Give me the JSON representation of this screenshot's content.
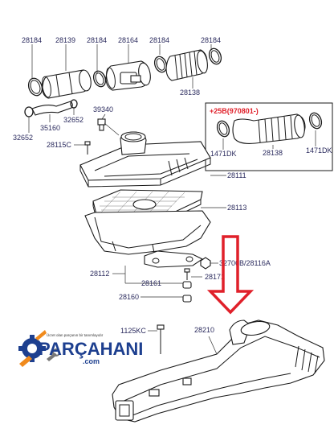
{
  "callouts": {
    "c28184_a": "28184",
    "c28139": "28139",
    "c28184_b": "28184",
    "c28164": "28164",
    "c28184_c": "28184",
    "c28184_d": "28184",
    "c28138_a": "28138",
    "c39340": "39340",
    "c32652_a": "32652",
    "c35160": "35160",
    "c32652_b": "32652",
    "c28115C": "28115C",
    "c28111": "28111",
    "c28113": "28113",
    "c28112": "28112",
    "c28161": "28161",
    "c28160": "28160",
    "c28171": "28171",
    "c32706": "32706B/28116A",
    "c1125KC": "1125KC",
    "c28210": "28210"
  },
  "inset": {
    "title": "+25B(970801-)",
    "c1471DK_a": "1471DK",
    "c28138_b": "28138",
    "c1471DK_b": "1471DK"
  },
  "logo": {
    "name": "PARÇAHANI",
    "domain": ".com",
    "tagline": "Ücret olan parçanın bir tanımlayıdır"
  },
  "colors": {
    "label": "#2b2b5e",
    "highlight": "#e0202a",
    "logo_blue": "#1d3f8f",
    "logo_orange": "#f08a1c"
  }
}
